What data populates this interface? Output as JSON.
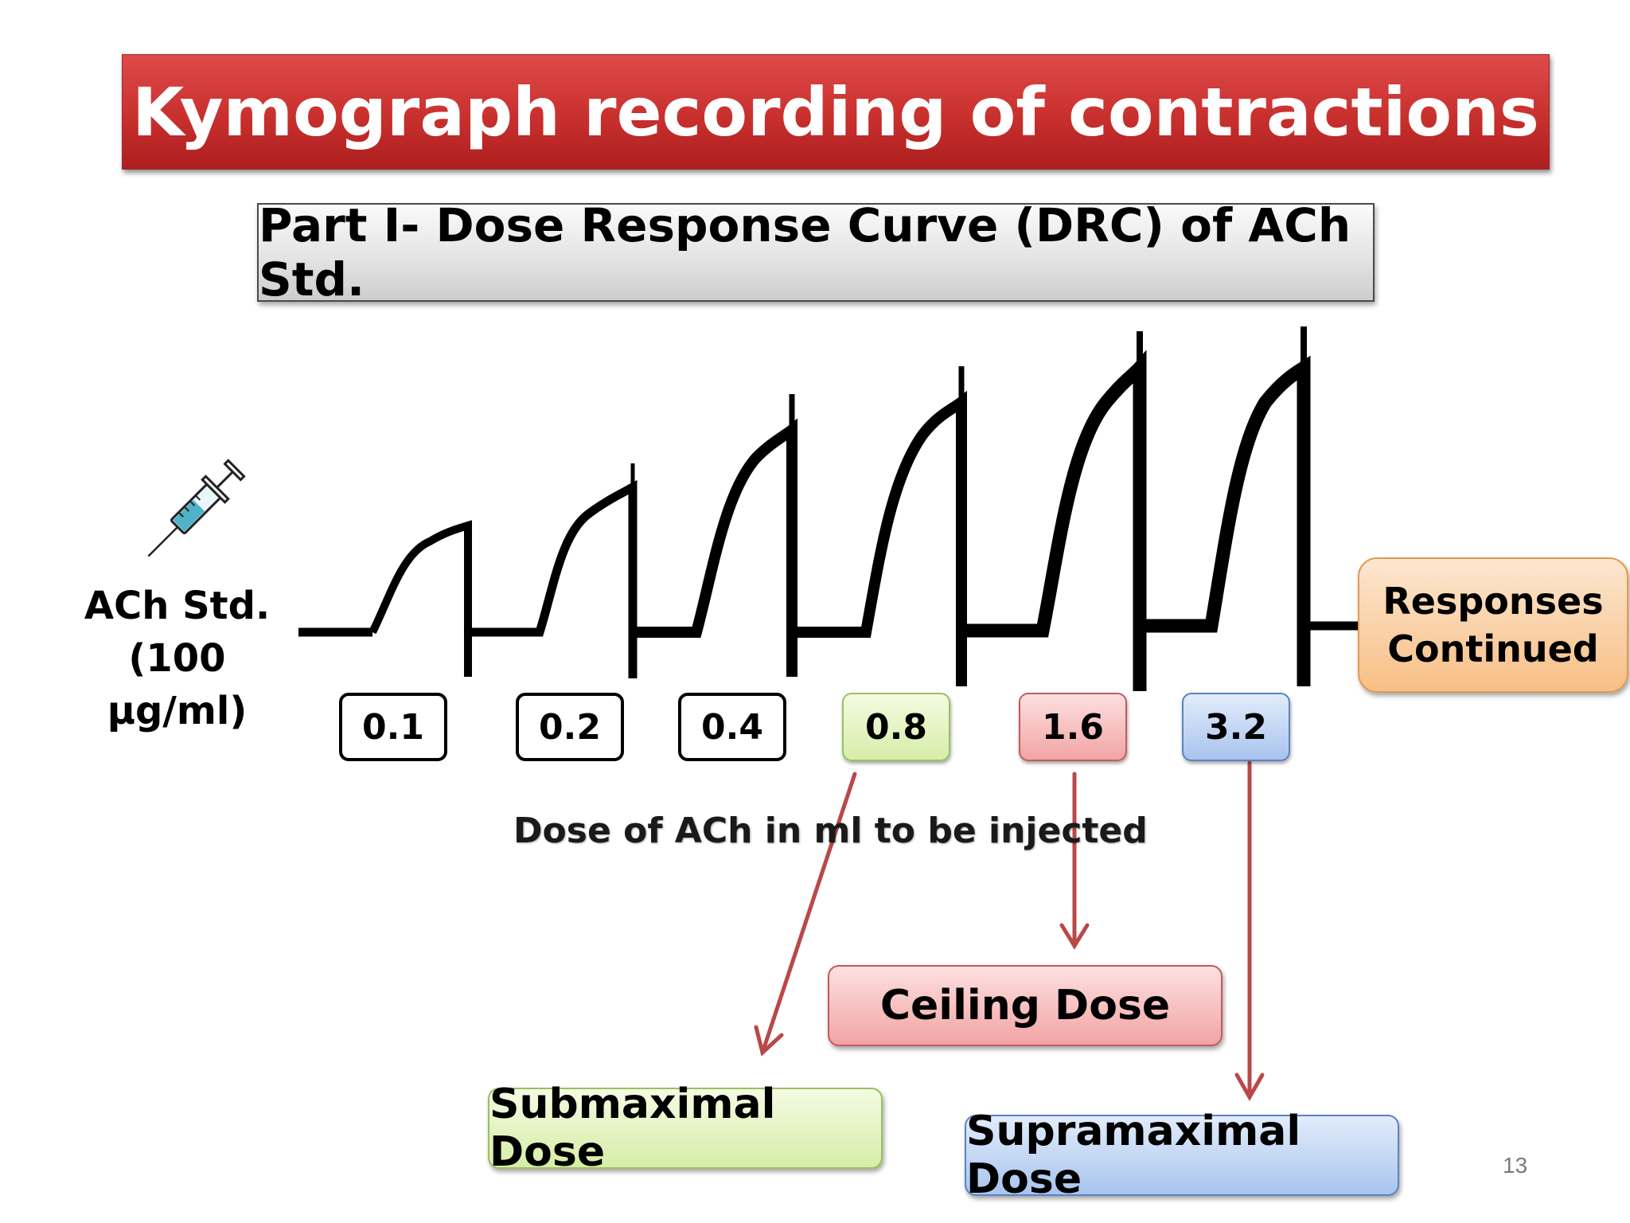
{
  "title": "Kymograph recording of contractions",
  "subtitle": "Part I- Dose Response Curve (DRC) of ACh Std.",
  "drug": {
    "name": "ACh Std.",
    "concentration": "(100 µg/ml)",
    "icon": "syringe-icon"
  },
  "doses": [
    {
      "label": "0.1",
      "style": "plain"
    },
    {
      "label": "0.2",
      "style": "plain"
    },
    {
      "label": "0.4",
      "style": "plain"
    },
    {
      "label": "0.8",
      "style": "green"
    },
    {
      "label": "1.6",
      "style": "red"
    },
    {
      "label": "3.2",
      "style": "blue"
    }
  ],
  "axis_caption": "Dose of ACh in ml to be injected",
  "responses_note": {
    "line1": "Responses",
    "line2": "Continued"
  },
  "callouts": {
    "ceiling": "Ceiling Dose",
    "submaximal": "Submaximal Dose",
    "supramaximal": "Supramaximal Dose"
  },
  "colors": {
    "title_bar": "#c8302e",
    "arrow": "#b94848",
    "green": "#d6eda8",
    "red": "#f2a4a4",
    "blue": "#a8c4ee",
    "orange": "#f7bf86"
  },
  "page_number": "13"
}
